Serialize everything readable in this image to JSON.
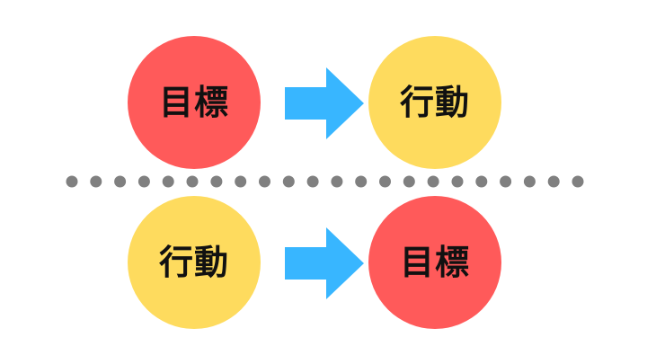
{
  "colors": {
    "goal": "#ff5a5a",
    "action": "#fedb5e",
    "arrow": "#38b6ff",
    "dots": "#808080"
  },
  "top_row": {
    "left_label": "目標",
    "right_label": "行動"
  },
  "bottom_row": {
    "left_label": "行動",
    "right_label": "目標"
  },
  "icons": {
    "arrow": "right-arrow-icon",
    "divider": "dotted-line"
  }
}
